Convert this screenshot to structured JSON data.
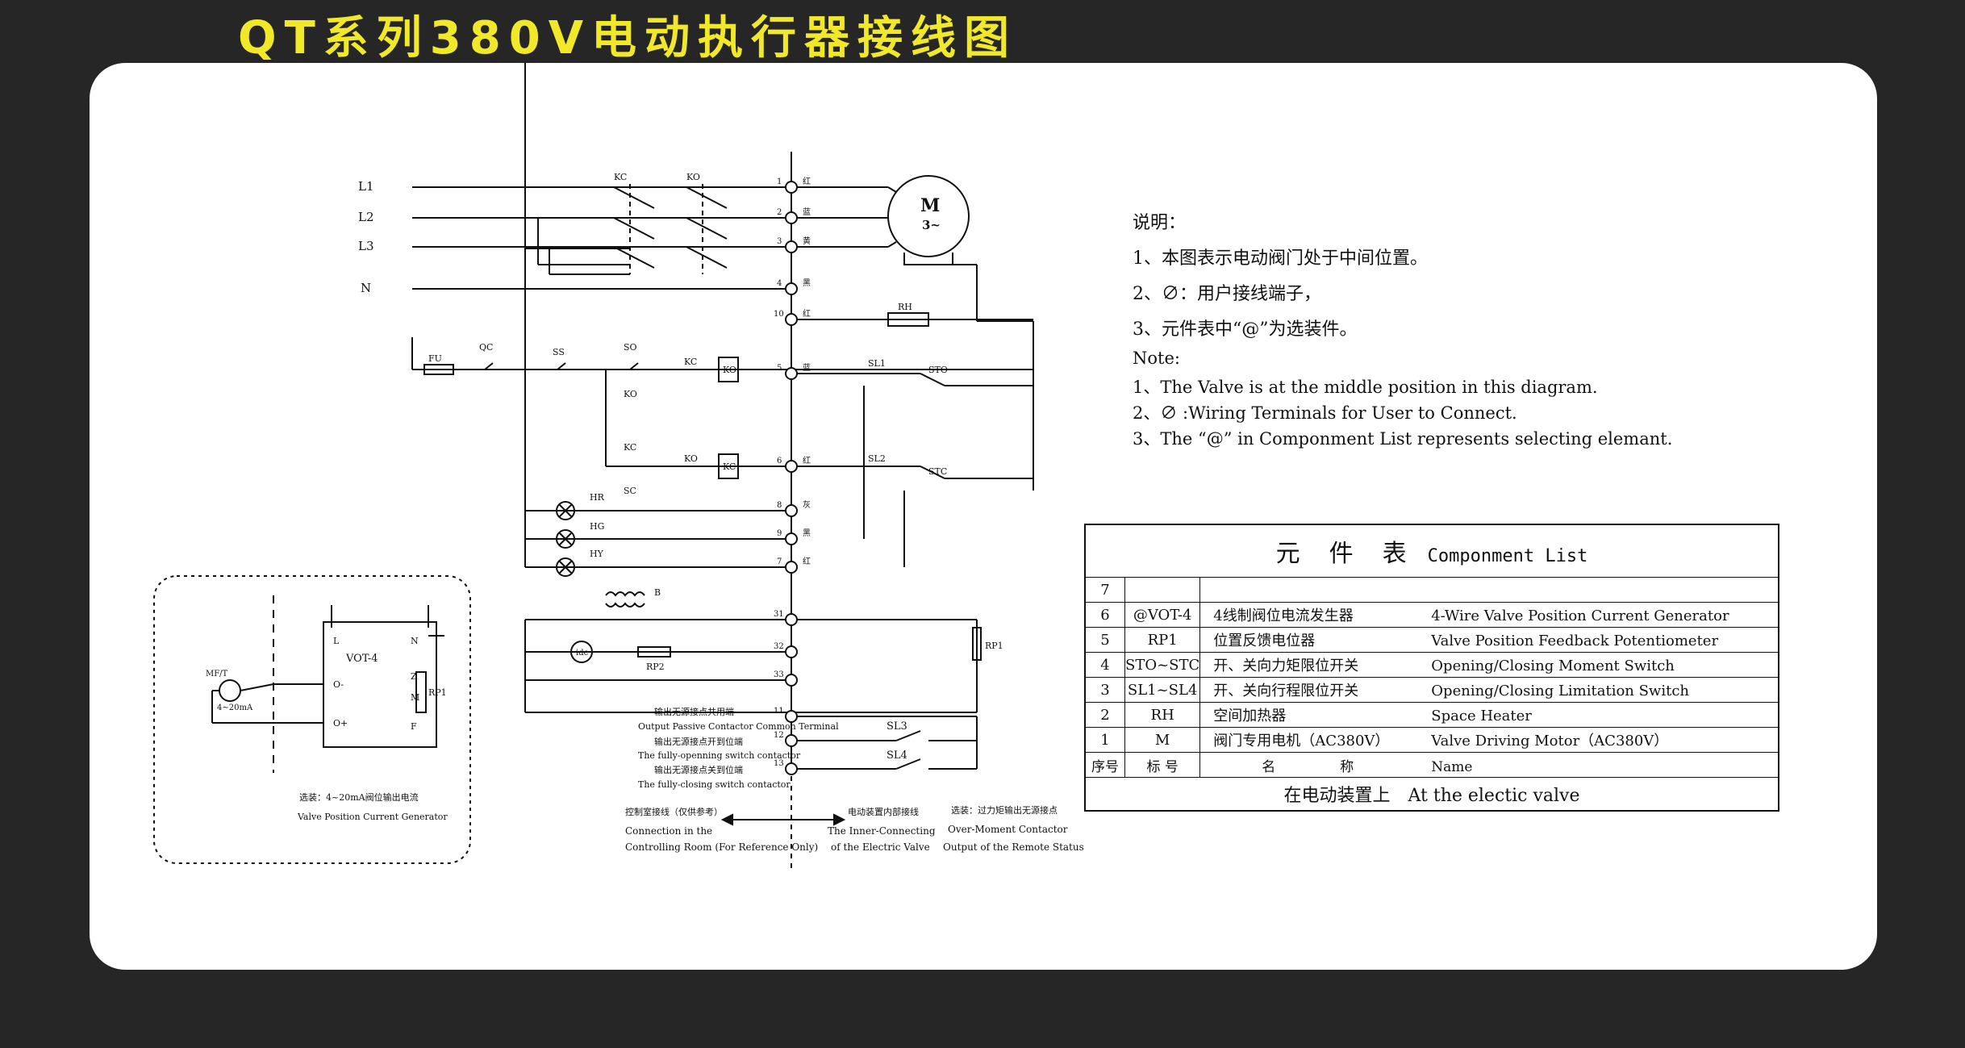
{
  "title": "QT系列380V电动执行器接线图",
  "notes": {
    "cn_heading": "说明：",
    "cn_items": [
      "1、本图表示电动阀门处于中间位置。",
      "2、∅：用户接线端子，",
      "3、元件表中“@”为选装件。"
    ],
    "en_heading": "Note:",
    "en_items": [
      "1、The Valve is at the middle position in this diagram.",
      "2、∅ :Wiring Terminals for User to Connect.",
      "3、The “@” in Componment List represents selecting elemant."
    ]
  },
  "component_table": {
    "title_cn_chars": [
      "元",
      "件",
      "表"
    ],
    "title_en": "Componment List",
    "rows": [
      {
        "no": "7",
        "symbol": "",
        "name_cn": "",
        "name_en": ""
      },
      {
        "no": "6",
        "symbol": "@VOT-4",
        "name_cn": "4线制阀位电流发生器",
        "name_en": "4-Wire Valve Position Current Generator"
      },
      {
        "no": "5",
        "symbol": "RP1",
        "name_cn": "位置反馈电位器",
        "name_en": "Valve Position Feedback Potentiometer"
      },
      {
        "no": "4",
        "symbol": "STO~STC",
        "name_cn": "开、关向力矩限位开关",
        "name_en": "Opening/Closing Moment Switch"
      },
      {
        "no": "3",
        "symbol": "SL1~SL4",
        "name_cn": "开、关向行程限位开关",
        "name_en": "Opening/Closing Limitation Switch"
      },
      {
        "no": "2",
        "symbol": "RH",
        "name_cn": "空间加热器",
        "name_en": "Space Heater"
      },
      {
        "no": "1",
        "symbol": "M",
        "name_cn": "阀门专用电机（AC380V）",
        "name_en": "Valve Driving Motor（AC380V）"
      }
    ],
    "header_no": "序号",
    "header_symbol": "标 号",
    "header_name_cn_chars": [
      "名",
      "称"
    ],
    "header_name_en": "Name",
    "footer_cn": "在电动装置上",
    "footer_en": "At the electic valve"
  },
  "diagram": {
    "supply_labels": [
      "L1",
      "L2",
      "L3",
      "N"
    ],
    "motor_label": "M",
    "motor_sub": "3~",
    "contactor_labels": [
      "KC",
      "KO"
    ],
    "component_labels": {
      "fu": "FU",
      "qc": "QC",
      "ss": "SS",
      "so": "SO",
      "sc": "SC",
      "kc": "KC",
      "ko": "KO",
      "sl1": "SL1",
      "sl2": "SL2",
      "sto": "STO",
      "stc": "STC",
      "rh": "RH",
      "hr": "HR",
      "hg": "HG",
      "hy": "HY",
      "b": "B",
      "rp1": "RP1",
      "rp2": "RP2",
      "idc": "idc",
      "sl3": "SL3",
      "sl4": "SL4"
    },
    "terminals": [
      "1",
      "2",
      "3",
      "4",
      "10",
      "5",
      "6",
      "8",
      "9",
      "7",
      "31",
      "32",
      "33",
      "11",
      "12",
      "13"
    ],
    "wire_colors": [
      "红",
      "蓝",
      "黄",
      "黑",
      "红",
      "蓝",
      "红",
      "灰",
      "黑",
      "红"
    ],
    "captions": {
      "common_cn": "输出无源接点共用端",
      "common_en": "Output Passive Contactor Common Terminal",
      "open_cn": "输出无源接点开到位端",
      "open_en": "The fully-openning switch contactor",
      "close_cn": "输出无源接点关到位端",
      "close_en": "The fully-closing switch contactor",
      "control_cn": "控制室接线（仅供参考）",
      "control_en_1": "Connection in the",
      "control_en_2": "Controlling Room (For Reference Only)",
      "inner_cn": "电动装置内部接线",
      "inner_en_1": "The Inner-Connecting",
      "inner_en_2": "of the Electric Valve",
      "over_cn": "选装：过力矩输出无源接点",
      "over_en_1": "Over-Moment Contactor",
      "over_en_2": "Output of the Remote Status"
    },
    "vot": {
      "label": "VOT-4",
      "left_terminals": [
        "L",
        "O-",
        "O+"
      ],
      "right_terminals": [
        "N",
        "Z",
        "M",
        "F"
      ],
      "rp1": "RP1",
      "meter": "MF/T",
      "range": "4~20mA",
      "caption_cn": "选装：4~20mA阀位输出电流",
      "caption_en": "Valve Position Current Generator"
    }
  }
}
